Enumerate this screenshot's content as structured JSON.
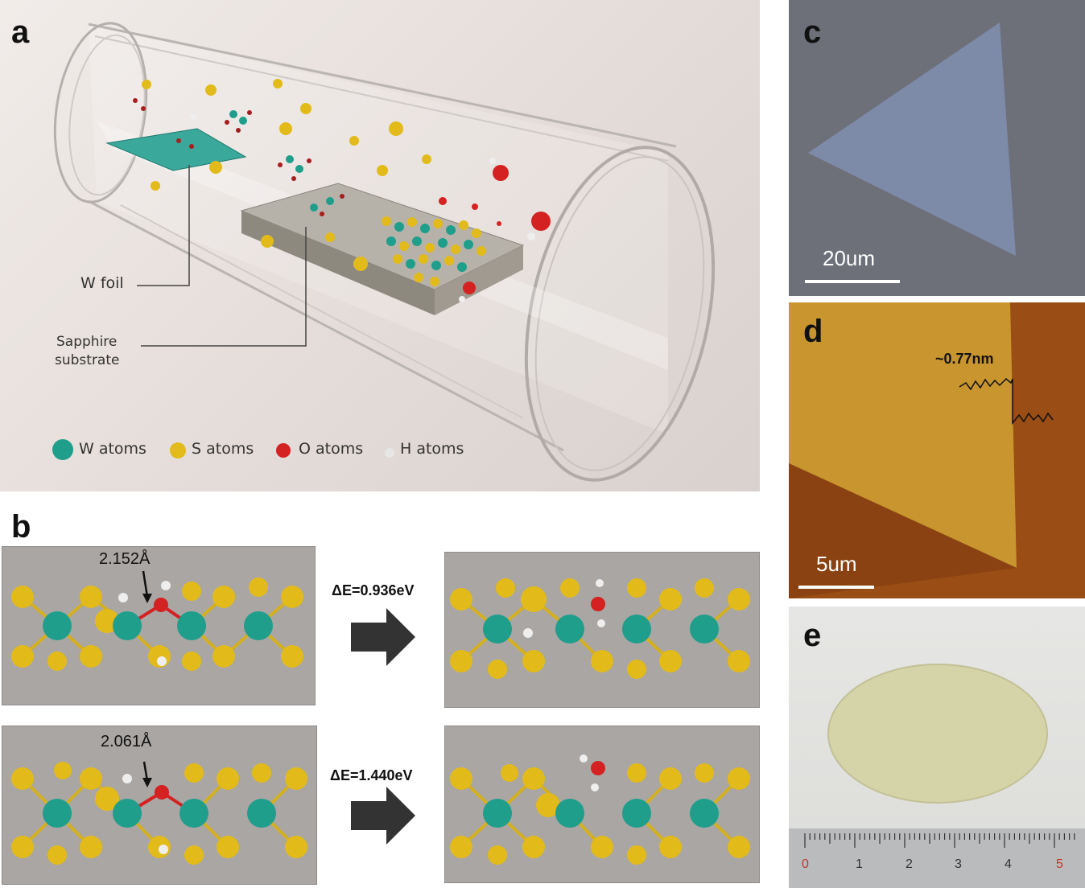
{
  "panels": {
    "a": {
      "letter": "a",
      "label_w_foil": "W foil",
      "label_sapphire_line1": "Sapphire",
      "label_sapphire_line2": "substrate",
      "legend": {
        "w_atoms": "W atoms",
        "s_atoms": "S atoms",
        "o_atoms": "O atoms",
        "h_atoms": "H atoms"
      }
    },
    "b": {
      "letter": "b",
      "top": {
        "bond_length": "2.152Å",
        "delta_e": "ΔE=0.936eV"
      },
      "bottom": {
        "bond_length": "2.061Å",
        "delta_e": "ΔE=1.440eV"
      }
    },
    "c": {
      "letter": "c",
      "scale_bar": "20um"
    },
    "d": {
      "letter": "d",
      "scale_bar": "5um",
      "height_label": "~0.77nm"
    },
    "e": {
      "letter": "e",
      "ruler_numbers": [
        "0",
        "1",
        "2",
        "3",
        "4",
        "5"
      ]
    }
  },
  "colors": {
    "w_atom": "#1f9e8c",
    "s_atom": "#e2bb1a",
    "o_atom": "#d42121",
    "h_atom": "#e6e6e6",
    "molecule_bg": "#a9a6a4"
  }
}
